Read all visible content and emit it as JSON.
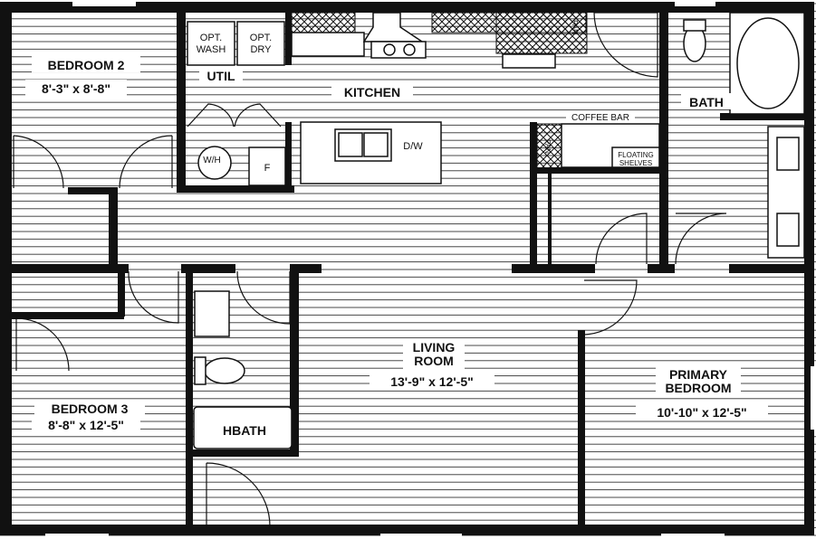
{
  "rooms": {
    "bedroom2": {
      "name": "BEDROOM 2",
      "size": "8'-3\" x  8'-8\""
    },
    "util": {
      "name": "UTIL"
    },
    "kitchen": {
      "name": "KITCHEN"
    },
    "bath": {
      "name": "BATH"
    },
    "living": {
      "name_line1": "LIVING",
      "name_line2": "ROOM",
      "size": "13'-9\" x  12'-5\""
    },
    "primary": {
      "name_line1": "PRIMARY",
      "name_line2": "BEDROOM",
      "size": "10'-10\" x  12'-5\""
    },
    "bedroom3": {
      "name": "BEDROOM 3",
      "size": "8'-8\" x  12'-5\""
    },
    "hbath": {
      "name": "HBATH"
    }
  },
  "fixtures": {
    "washer_line1": "OPT.",
    "washer_line2": "WASH",
    "dryer_line1": "OPT.",
    "dryer_line2": "DRY",
    "water_heater": "W/H",
    "furnace": "F",
    "dishwasher": "D/W",
    "pantry": "PAN",
    "coffee_bar": "COFFEE BAR",
    "floating_shelves_line1": "FLOATING",
    "floating_shelves_line2": "SHELVES"
  }
}
